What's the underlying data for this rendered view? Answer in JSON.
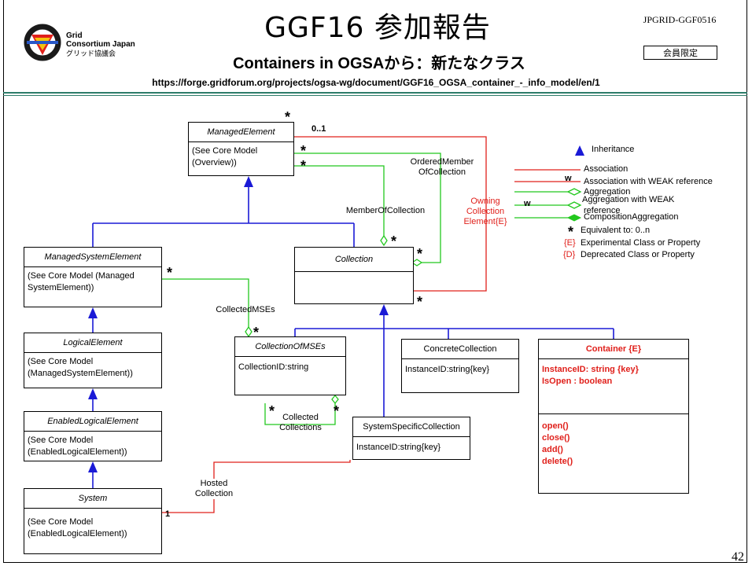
{
  "header": {
    "title": "GGF16 参加報告",
    "subtitle": "Containers in OGSAから：新たなクラス",
    "url": "https://forge.gridforum.org/projects/ogsa-wg/document/GGF16_OGSA_container_-_info_model/en/1",
    "doc_id": "JPGRID-GGF0516",
    "members_only": "会員限定",
    "logo": {
      "line1": "Grid",
      "line2": "Consortium Japan",
      "line3": "グリッド協議会"
    }
  },
  "page_number": "42",
  "colors": {
    "association": "#e0201b",
    "aggregation": "#22c81e",
    "inheritance": "#1a1ad6",
    "rule": "#2e7d6a"
  },
  "classes": {
    "managed_element": {
      "name": "ManagedElement",
      "body": [
        "(See Core Model",
        "(Overview))"
      ]
    },
    "managed_system_element": {
      "name": "ManagedSystemElement",
      "body": [
        "(See Core Model (Managed",
        "SystemElement))"
      ]
    },
    "logical_element": {
      "name": "LogicalElement",
      "body": [
        "(See Core Model",
        "(ManagedSystemElement))"
      ]
    },
    "enabled_logical_element": {
      "name": "EnabledLogicalElement",
      "body": [
        "(See Core Model",
        "(EnabledLogicalElement))"
      ]
    },
    "system": {
      "name": "System",
      "body": [
        "(See Core Model",
        "(EnabledLogicalElement))"
      ]
    },
    "collection": {
      "name": "Collection"
    },
    "collection_of_mses": {
      "name": "CollectionOfMSEs",
      "body": [
        "CollectionID:string"
      ]
    },
    "concrete_collection": {
      "name": "ConcreteCollection",
      "body": [
        "InstanceID:string{key}"
      ]
    },
    "system_specific_collection": {
      "name": "SystemSpecificCollection",
      "body": [
        "InstanceID:string{key}"
      ]
    },
    "container": {
      "name": "Container {E}",
      "attributes": [
        "InstanceID: string {key}",
        "IsOpen : boolean"
      ],
      "methods": [
        "open()",
        "close()",
        "add()",
        "delete()"
      ]
    }
  },
  "relations": {
    "ordered_member": [
      "OrderedMember",
      "OfCollection"
    ],
    "member_of_collection": "MemberOfCollection",
    "owning_collection": [
      "Owning",
      "Collection",
      "Element{E}"
    ],
    "collected_mses": "CollectedMSEs",
    "collected_collections": [
      "Collected",
      "Collections"
    ],
    "hosted_collection": [
      "Hosted",
      "Collection"
    ],
    "multiplicity_star": "*",
    "multiplicity_01": "0..1",
    "multiplicity_1": "1"
  },
  "legend": {
    "inheritance": "Inheritance",
    "association": "Association",
    "association_weak": "Association with WEAK reference",
    "aggregation": "Aggregation",
    "aggregation_weak_1": "Aggregation with WEAK",
    "aggregation_weak_2": "reference",
    "composition": "CompositionAggregation",
    "equivalent": "Equivalent to: 0..n",
    "experimental": "Experimental Class or Property",
    "deprecated": "Deprecated Class or Property",
    "w": "w",
    "e_tag": "{E}",
    "d_tag": "{D}",
    "star": "*"
  }
}
